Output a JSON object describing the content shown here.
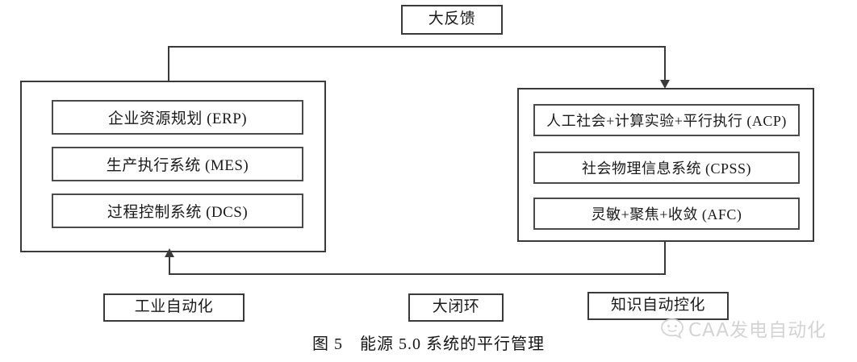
{
  "figure": {
    "caption": "图 5　能源 5.0 系统的平行管理"
  },
  "top": {
    "feedback_label": "大反馈"
  },
  "left_panel": {
    "items": [
      {
        "label": "企业资源规划 (ERP)"
      },
      {
        "label": "生产执行系统 (MES)"
      },
      {
        "label": "过程控制系统 (DCS)"
      }
    ]
  },
  "right_panel": {
    "items": [
      {
        "label": "人工社会+计算实验+平行执行 (ACP)"
      },
      {
        "label": "社会物理信息系统 (CPSS)"
      },
      {
        "label": "灵敏+聚焦+收敛 (AFC)"
      }
    ]
  },
  "bottom": {
    "left_label": "工业自动化",
    "center_label": "大闭环",
    "right_label": "知识自动控化"
  },
  "watermark": {
    "icon": "speech-bubble-icon",
    "text": "CAA发电自动化",
    "color": "#d4d4d4"
  },
  "colors": {
    "stroke": "#3a3a3a",
    "background": "#ffffff",
    "text": "#1a1a1a"
  }
}
